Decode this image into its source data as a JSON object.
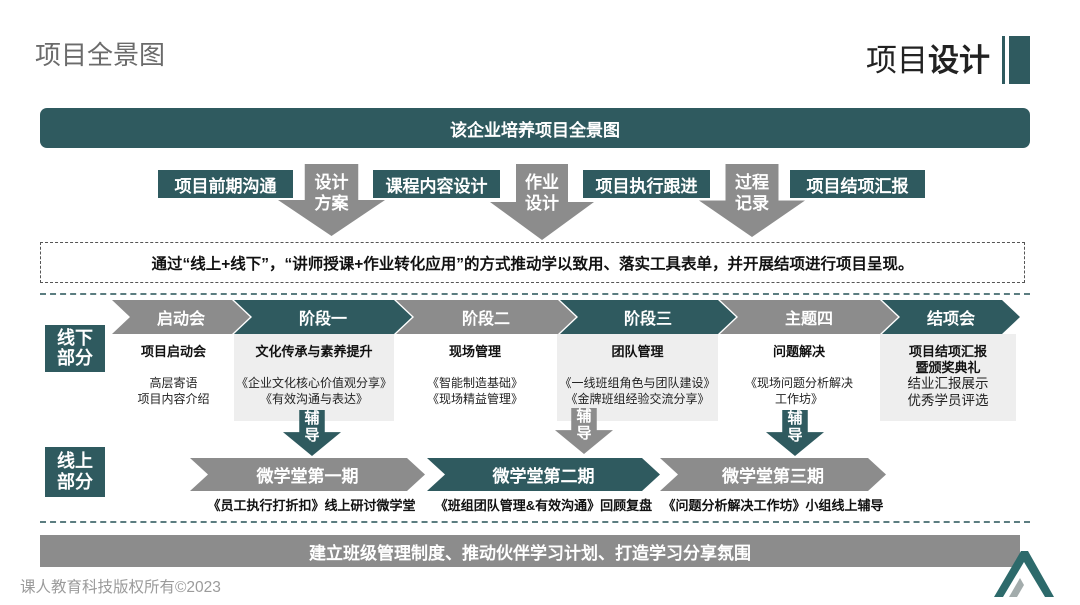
{
  "colors": {
    "teal": "#2f5a5f",
    "gray": "#8c8c8c",
    "light_gray": "#eeeeee"
  },
  "header": {
    "page_title": "项目全景图",
    "section_title_regular": "项目",
    "section_title_bold": "设计"
  },
  "banner": {
    "title": "该企业培养项目全景图"
  },
  "process": {
    "steps": [
      "项目前期沟通",
      "课程内容设计",
      "项目执行跟进",
      "项目结项汇报"
    ],
    "connectors": [
      {
        "line1": "设计",
        "line2": "方案"
      },
      {
        "line1": "作业",
        "line2": "设计"
      },
      {
        "line1": "过程",
        "line2": "记录"
      }
    ]
  },
  "summary": {
    "text": "通过“线上+线下”，“讲师授课+作业转化应用”的方式推动学以致用、落实工具表单，并开展结项进行项目呈现。"
  },
  "offline": {
    "label": {
      "line1": "线下",
      "line2": "部分"
    },
    "stages": [
      {
        "name": "启动会",
        "title": [
          "项目启动会"
        ],
        "items": [
          "高层寄语",
          "项目内容介绍"
        ]
      },
      {
        "name": "阶段一",
        "title": [
          "文化传承与素养提升"
        ],
        "items": [
          "《企业文化核心价值观分享》",
          "《有效沟通与表达》"
        ]
      },
      {
        "name": "阶段二",
        "title": [
          "现场管理"
        ],
        "items": [
          "《智能制造基础》",
          "《现场精益管理》"
        ]
      },
      {
        "name": "阶段三",
        "title": [
          "团队管理"
        ],
        "items": [
          "《一线班组角色与团队建设》",
          "《金牌班组经验交流分享》"
        ]
      },
      {
        "name": "主题四",
        "title": [
          "问题解决"
        ],
        "items": [
          "《现场问题分析解决",
          "工作坊》"
        ]
      },
      {
        "name": "结项会",
        "title": [
          "项目结项汇报",
          "暨颁奖典礼"
        ],
        "items": [
          "结业汇报展示",
          "优秀学员评选"
        ]
      }
    ],
    "coaching": [
      {
        "line1": "辅",
        "line2": "导"
      },
      {
        "line1": "辅",
        "line2": "导"
      },
      {
        "line1": "辅",
        "line2": "导"
      }
    ]
  },
  "online": {
    "label": {
      "line1": "线上",
      "line2": "部分"
    },
    "sessions": [
      {
        "name": "微学堂第一期",
        "description": "《员工执行打折扣》线上研讨微学堂"
      },
      {
        "name": "微学堂第二期",
        "description": "《班组团队管理&有效沟通》回顾复盘"
      },
      {
        "name": "微学堂第三期",
        "description": "《问题分析解决工作坊》小组线上辅导"
      }
    ]
  },
  "footer_banner": {
    "text": "建立班级管理制度、推动伙伴学习计划、打造学习分享氛围"
  },
  "copyright": "课人教育科技版权所有©2023"
}
